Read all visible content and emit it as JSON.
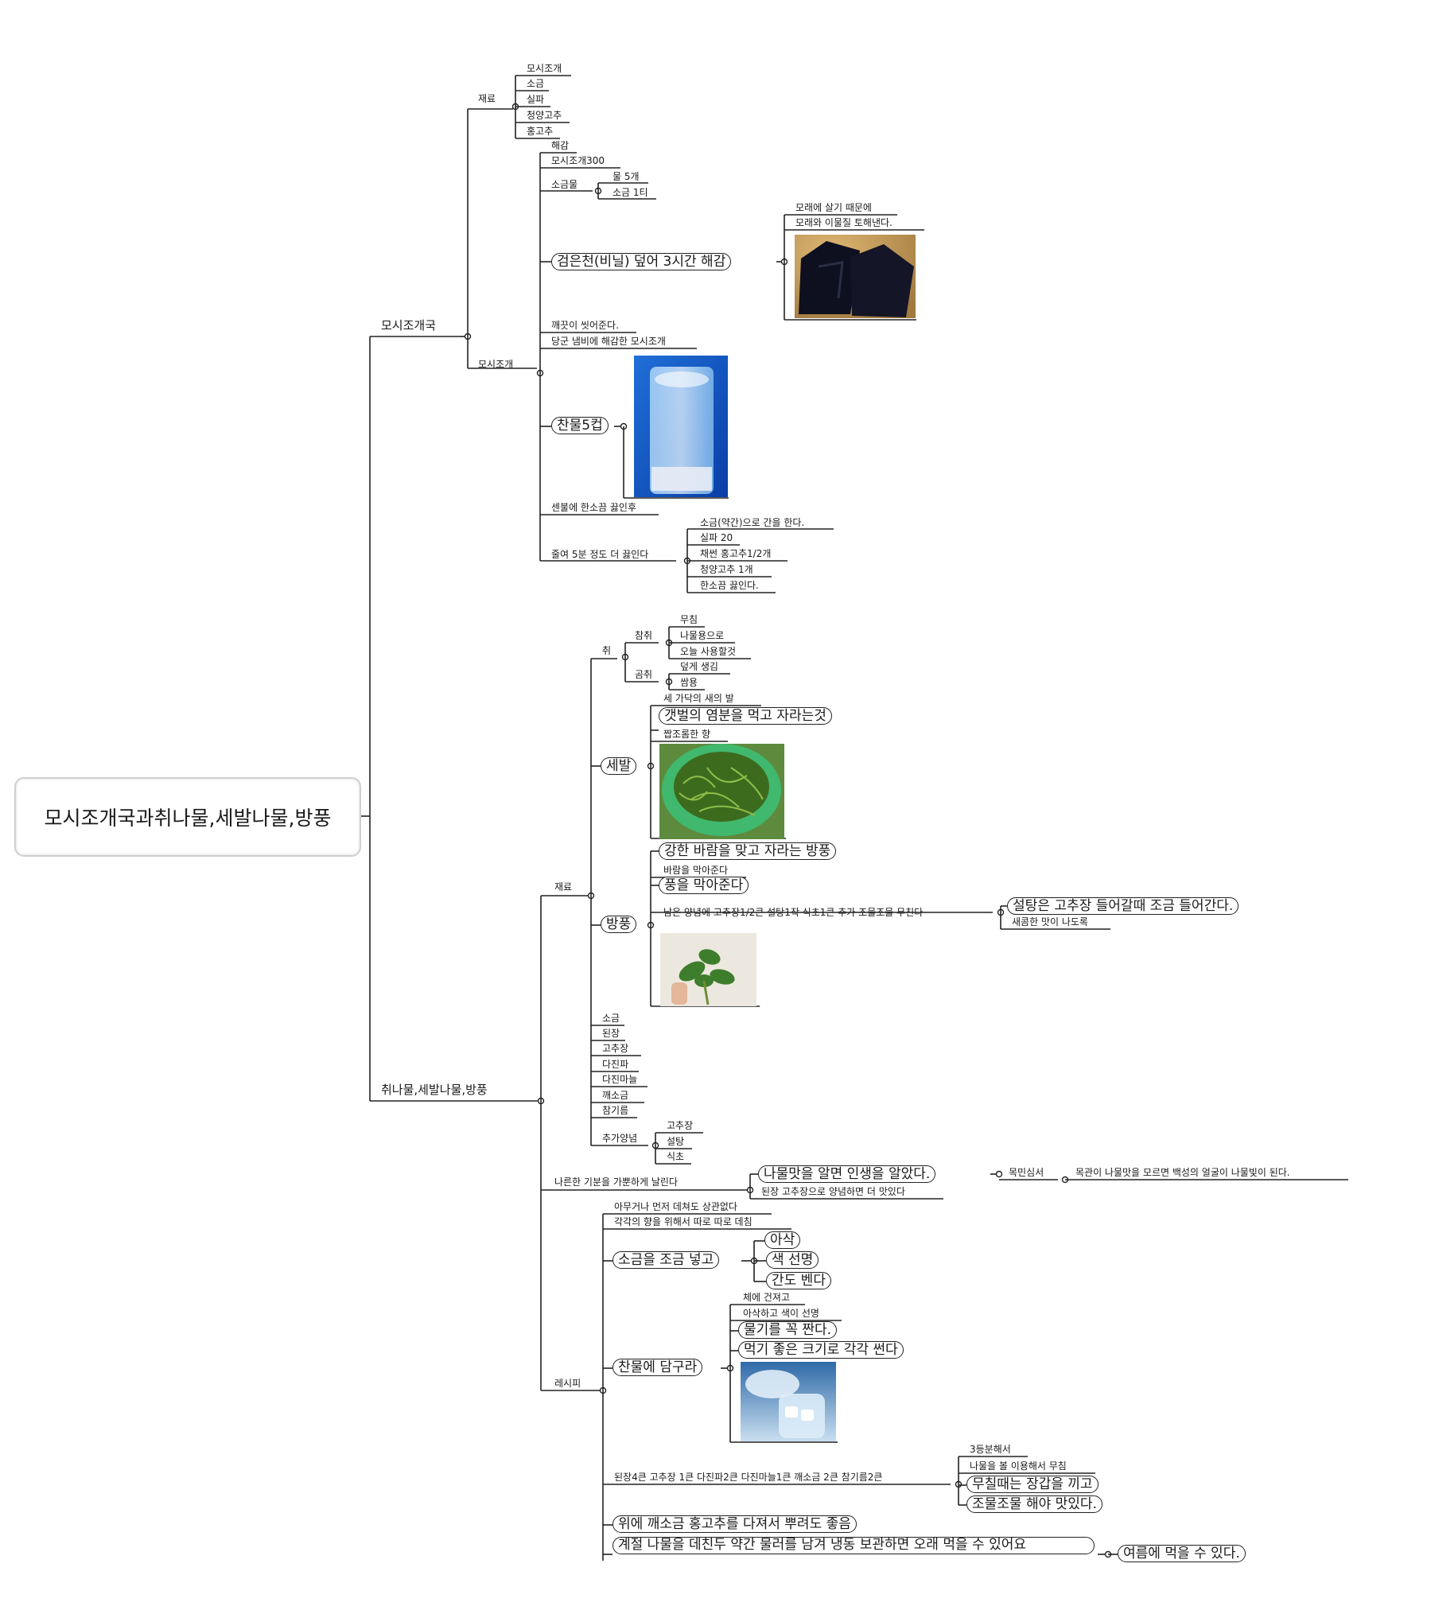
{
  "root": "모시조개국과취나물,세발나물,방풍",
  "section1": {
    "title": "모시조개국",
    "ingredients": {
      "label": "재료",
      "items": [
        "모시조개",
        "소금",
        "실파",
        "청양고추",
        "홍고추"
      ]
    },
    "clam": {
      "label": "모시조개",
      "desalt": "해감",
      "clam300": "모시조개300",
      "saltwater": {
        "label": "소금물",
        "items": [
          "물 5개",
          "소금 1티"
        ]
      },
      "cover": {
        "label": "검은천(비닐) 덮어 3시간 해감",
        "items": [
          "모래에 살기 때문에",
          "모래와 이물질 토해낸다."
        ]
      },
      "wash": "깨끗이 씻어준다.",
      "pot": "당군 냄비에 해감한 모시조개",
      "coldwater": "찬물5컵",
      "boil": "센불에 한소끔 끓인후",
      "reduce": {
        "label": "줄여 5분 정도 더 끓인다",
        "items": [
          "소금(약간)으로 간을 한다.",
          "실파 20",
          "채썬 홍고추1/2개",
          "청양고추 1개",
          "한소끔 끓인다."
        ]
      }
    }
  },
  "section2": {
    "title": "취나물,세발나물,방풍",
    "ingredients": {
      "label": "재료",
      "chwi": {
        "label": "취",
        "cham": {
          "label": "참취",
          "items": [
            "무침",
            "나물용으로",
            "오늘 사용할것"
          ]
        },
        "gom": {
          "label": "곰취",
          "items": [
            "덮게 생김",
            "쌈용"
          ]
        }
      },
      "sebal": {
        "label": "세발",
        "items": [
          "세 가닥의 새의 발",
          "갯벌의 염분을 먹고 자라는것",
          "짭조롬한 향"
        ]
      },
      "bangpung": {
        "label": "방풍",
        "items": [
          "강한 바람을 맞고 자라는 방풍",
          "바람을 막아준다",
          "풍을 막아준다"
        ],
        "seasoning": "남은 양념에 고추장1/2큰 설탕1작 식초1큰 추가 조물조물 무친다",
        "seasoningNotes": [
          "설탕은 고추장 들어갈때 조금 들어간다.",
          "새콤한 맛이 나도록"
        ]
      },
      "basic": [
        "소금",
        "된장",
        "고추장",
        "다진파",
        "다진마늘",
        "깨소금",
        "참기름"
      ],
      "extra": {
        "label": "추가양념",
        "items": [
          "고추장",
          "설탕",
          "식초"
        ]
      }
    },
    "mood": {
      "label": "나른한 기분을 가뿐하게 날린다",
      "life": "나물맛을 알면 인생을 알았다.",
      "doenjang": "된장 고추장으로 양념하면 더 맛있다",
      "mokmin": "목민심서",
      "mokminQuote": "목관이 나물맛을 모르면 백성의 얼굴이 나물빛이 된다."
    },
    "recipe": {
      "label": "레시피",
      "anyorder": "아무거나 먼저 데쳐도 상관없다",
      "separately": "각각의 향을 위해서 따로 따로 데침",
      "salt": {
        "label": "소금을 조금 넣고",
        "items": [
          "아삭",
          "색 선명",
          "간도 벤다"
        ]
      },
      "coldwater": {
        "label": "찬물에 담구라",
        "items": [
          "체에 건져고",
          "아삭하고 색이 선명",
          "물기를 꼭 짠다.",
          "먹기 좋은 크기로 각각 썬다"
        ]
      },
      "mix": {
        "label": "된장4큰 고추장 1큰 다진파2큰 다진마늘1큰 깨소금 2큰 참기름2큰",
        "items": [
          "3등분해서",
          "나물을 볼 이용해서 무침",
          "무칠때는 장갑을 끼고",
          "조물조물 해야 맛있다."
        ]
      },
      "sesame": "위에 깨소금 홍고추를 다져서 뿌려도 좋음",
      "freeze": "계절 나물을 데친두 약간 물러를 남겨 냉동 보관하면 오래 먹을 수 있어요",
      "summer": "여름에 먹을 수 있다."
    }
  }
}
